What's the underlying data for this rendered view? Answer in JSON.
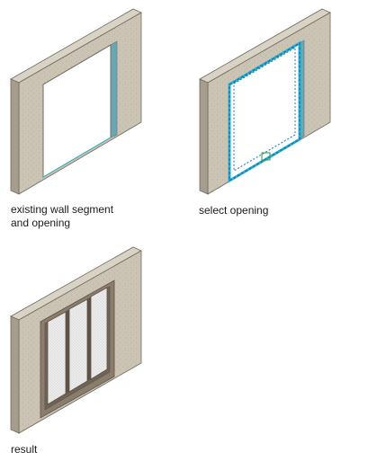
{
  "captions": {
    "step1_line1": "existing wall segment",
    "step1_line2": "and opening",
    "step2": "select opening",
    "step3": "result"
  },
  "colors": {
    "wall_face": "#cbc3b4",
    "wall_top": "#d9d3c6",
    "wall_side": "#a79d8c",
    "wall_outline": "#6f6a60",
    "opening_reveal": "#6aa6b4",
    "opening_line": "#29b5d0",
    "selection_dash": "#1f6fb3",
    "grip": "#2e9a3a",
    "frame": "#8a7d6d",
    "frame_dark": "#5c5246",
    "glass": "#e9e9e9"
  }
}
